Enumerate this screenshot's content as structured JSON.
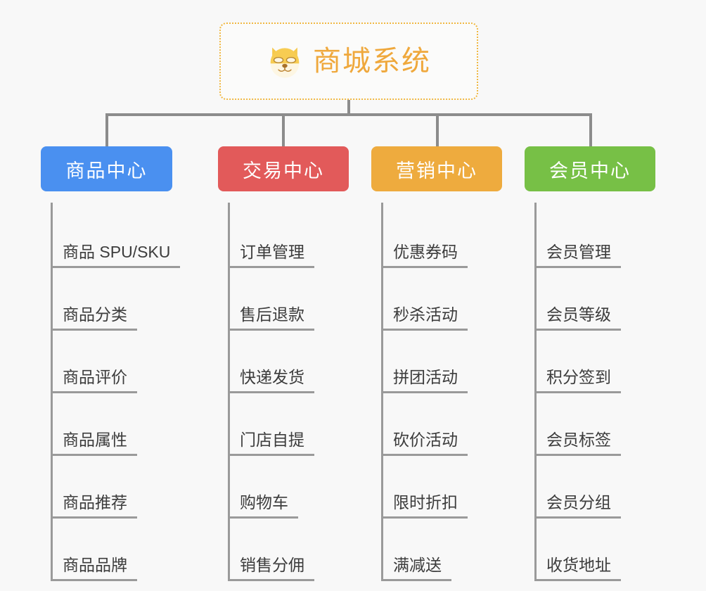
{
  "page": {
    "background_color": "#f8f8f8",
    "line_color": "#9a9a9a"
  },
  "root": {
    "title": "商城系统",
    "icon": "shiba-dog-face-icon",
    "text_color": "#efa83c",
    "border_color": "#f0b842",
    "border_style": "dotted"
  },
  "categories": [
    {
      "label": "商品中心",
      "color": "#4a90f0",
      "items": [
        "商品 SPU/SKU",
        "商品分类",
        "商品评价",
        "商品属性",
        "商品推荐",
        "商品品牌"
      ]
    },
    {
      "label": "交易中心",
      "color": "#e25a5a",
      "items": [
        "订单管理",
        "售后退款",
        "快递发货",
        "门店自提",
        "购物车",
        "销售分佣"
      ]
    },
    {
      "label": "营销中心",
      "color": "#eeab3e",
      "items": [
        "优惠券码",
        "秒杀活动",
        "拼团活动",
        "砍价活动",
        "限时折扣",
        "满减送"
      ]
    },
    {
      "label": "会员中心",
      "color": "#77c046",
      "items": [
        "会员管理",
        "会员等级",
        "积分签到",
        "会员标签",
        "会员分组",
        "收货地址"
      ]
    }
  ]
}
